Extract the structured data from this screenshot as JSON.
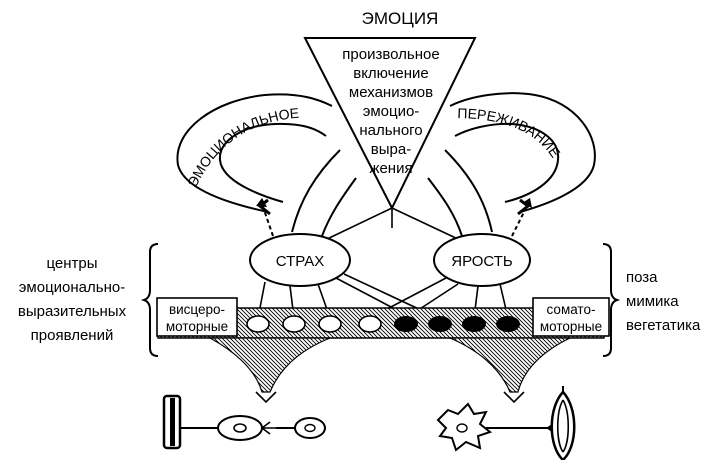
{
  "title": "ЭМОЦИЯ",
  "funnel_lines": [
    "произвольное",
    "включение",
    "механизмов",
    "эмоцио-",
    "нального",
    "выра-",
    "жения"
  ],
  "left_arc_label": "ЭМОЦИОНАЛЬНОЕ",
  "right_arc_label": "ПЕРЕЖИВАНИЕ",
  "fear_label": "СТРАХ",
  "rage_label": "ЯРОСТЬ",
  "left_group_lines": [
    "центры",
    "эмоционально-",
    "выразительных",
    "проявлений"
  ],
  "right_group_lines": [
    "поза",
    "мимика",
    "вегетатика"
  ],
  "viscero_lines": [
    "висцеро-",
    "моторные"
  ],
  "somato_lines": [
    "сомато-",
    "моторные"
  ]
}
